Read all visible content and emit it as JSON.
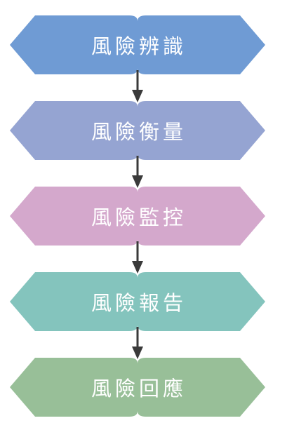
{
  "steps": [
    {
      "label": "風險辨識",
      "color": "#6f9bd4"
    },
    {
      "label": "風險衡量",
      "color": "#95a4d2"
    },
    {
      "label": "風險監控",
      "color": "#d4a8cc"
    },
    {
      "label": "風險報告",
      "color": "#84c4bd"
    },
    {
      "label": "風險回應",
      "color": "#98bf98"
    }
  ],
  "arrow_color": "#3a3a3a"
}
